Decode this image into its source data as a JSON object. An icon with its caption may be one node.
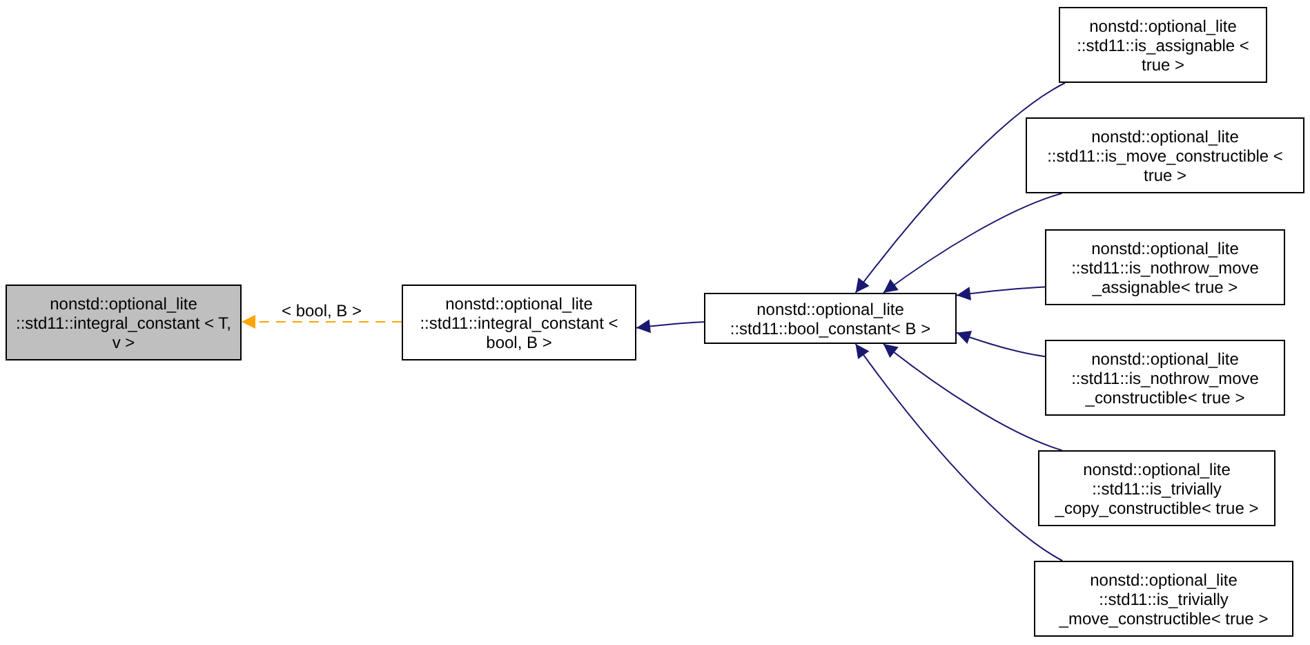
{
  "diagram": {
    "nodes": [
      {
        "text": [
          "nonstd::optional_lite ::std11::integral_constant < T, v >"
        ]
      },
      {
        "text": [
          "nonstd::optional_lite ::std11::integral_constant < bool, B >"
        ]
      },
      {
        "text": [
          "nonstd::optional_lite ::std11::bool_constant< B >"
        ]
      },
      {
        "text": [
          "nonstd::optional_lite ::std11::is_assignable < true >"
        ]
      },
      {
        "text": [
          "nonstd::optional_lite ::std11::is_move_constructible < true >"
        ]
      },
      {
        "text": [
          "nonstd::optional_lite ::std11::is_nothrow_move _assignable< true >"
        ]
      },
      {
        "text": [
          "nonstd::optional_lite ::std11::is_nothrow_move _constructible< true >"
        ]
      },
      {
        "text": [
          "nonstd::optional_lite ::std11::is_trivially _copy_constructible< true >"
        ]
      },
      {
        "text": [
          "nonstd::optional_lite ::std11::is_trivially _move_constructible< true >"
        ]
      }
    ],
    "edges": [
      {
        "from": 1,
        "to": 0,
        "arrow": "to",
        "label": "< bool, B >",
        "style": "dashed",
        "color": "#ffa500"
      },
      {
        "from": 2,
        "to": 1,
        "arrow": "to"
      },
      {
        "from": 3,
        "to": 2,
        "arrow": "to"
      },
      {
        "from": 4,
        "to": 2,
        "arrow": "to"
      },
      {
        "from": 5,
        "to": 2,
        "arrow": "to"
      },
      {
        "from": 6,
        "to": 2,
        "arrow": "to"
      },
      {
        "from": 7,
        "to": 2,
        "arrow": "to"
      },
      {
        "from": 8,
        "to": 2,
        "arrow": "to"
      }
    ]
  }
}
